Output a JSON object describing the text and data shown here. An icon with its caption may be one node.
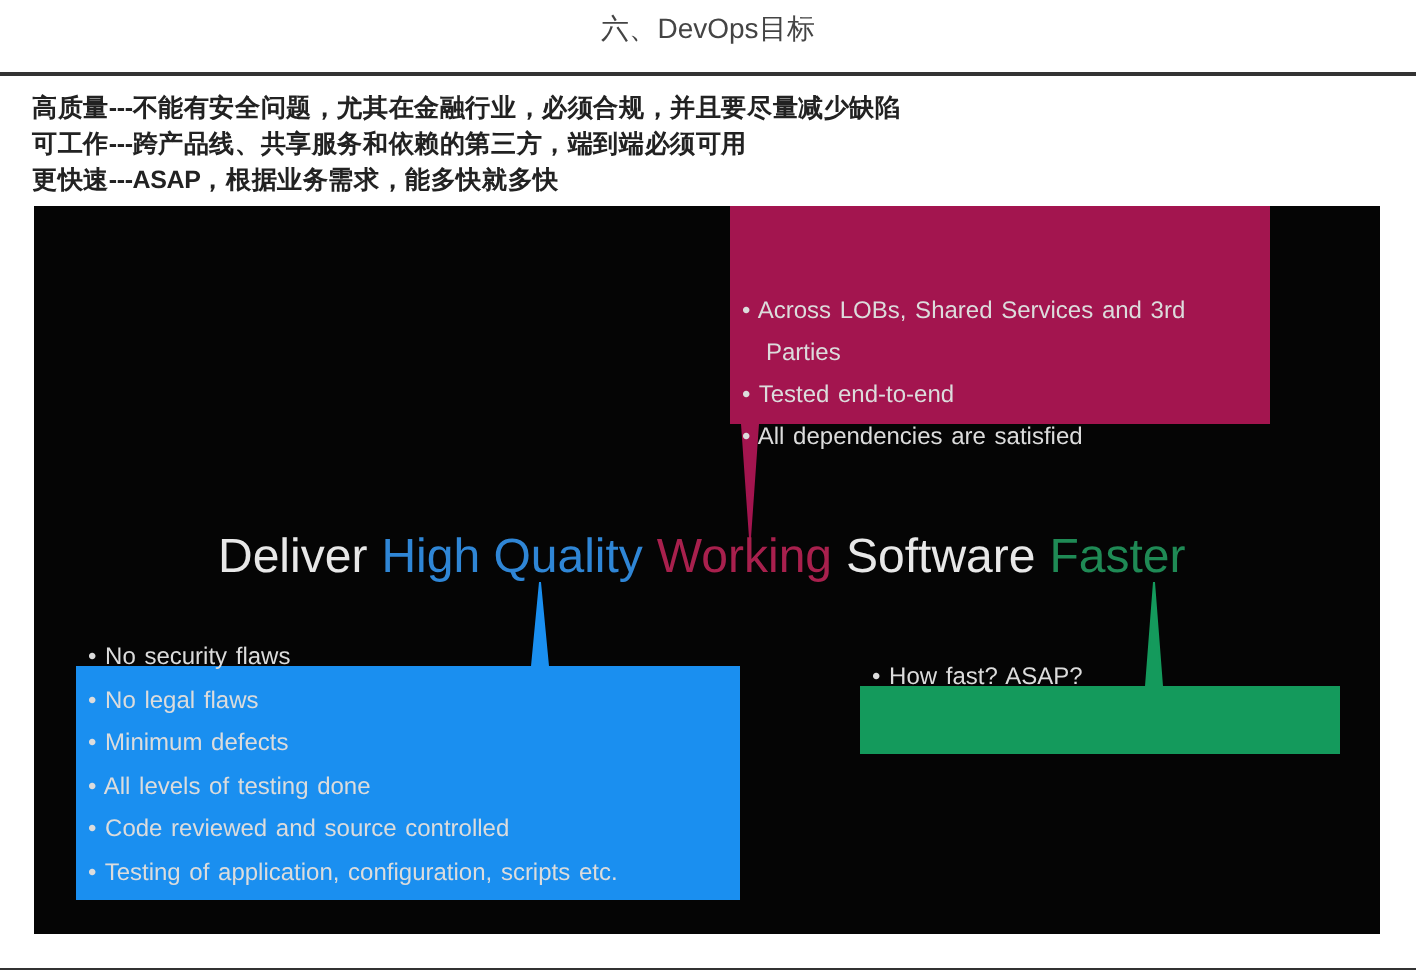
{
  "diagram": {
    "title": "六、DevOps目标",
    "nodes": [
      {
        "text": [
          "• Across LOBs, Shared Services and 3rd Parties",
          "• Tested end-to-end",
          "• All dependencies are satisfied"
        ]
      },
      {
        "text": [
          "Deliver"
        ]
      },
      {
        "text": [
          "High Quality"
        ]
      },
      {
        "text": [
          "Working"
        ]
      },
      {
        "text": [
          "Software"
        ]
      },
      {
        "text": [
          "Faster"
        ]
      },
      {
        "text": [
          "• No security flaws",
          "• No legal flaws",
          "• Minimum defects",
          "• All levels of testing done",
          "• Code reviewed and source controlled",
          "• Testing of application, configuration, scripts etc."
        ]
      },
      {
        "text": [
          "• How fast? ASAP?"
        ]
      }
    ],
    "edges": [
      {
        "from": 0,
        "to": 3,
        "arrow": "none",
        "color": "#a3154f"
      },
      {
        "from": 6,
        "to": 2,
        "arrow": "none",
        "color": "#1a8ff0"
      },
      {
        "from": 7,
        "to": 5,
        "arrow": "none",
        "color": "#149a5c"
      }
    ],
    "labels": [
      "高质量---不能有安全问题，尤其在金融行业，必须合规，并且要尽量减少缺陷",
      "可工作---跨产品线、共享服务和依赖的第三方，端到端必须可用",
      "更快速---ASAP，根据业务需求，能多快就多快"
    ]
  }
}
